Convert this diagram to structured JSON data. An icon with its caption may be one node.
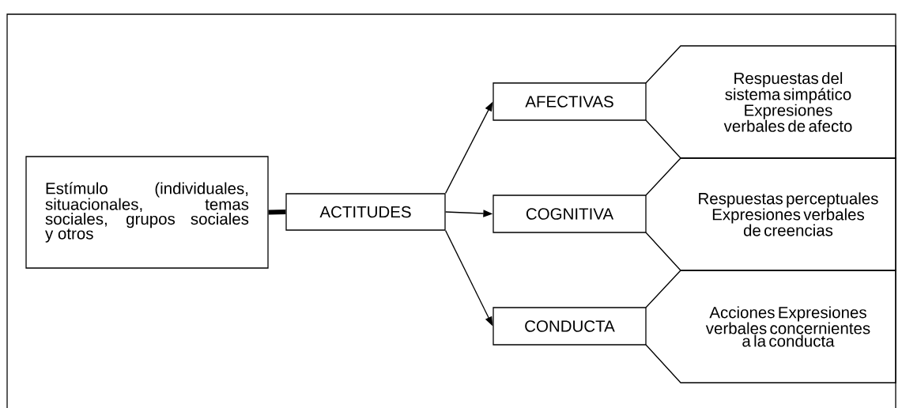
{
  "diagram": {
    "nodes": [
      {
        "text": [
          "Estímulo (individuales, situacionales, temas sociales, grupos sociales y otros"
        ]
      },
      {
        "text": [
          "ACTITUDES"
        ]
      },
      {
        "text": [
          "AFECTIVAS"
        ]
      },
      {
        "text": [
          "COGNITIVA"
        ]
      },
      {
        "text": [
          "CONDUCTA"
        ]
      },
      {
        "text": [
          "Respuestas del sistema simpático Expresiones verbales de afecto"
        ]
      },
      {
        "text": [
          "Respuestas perceptuales Expresiones verbales de creencias"
        ]
      },
      {
        "text": [
          "Acciones Expresiones verbales concernientes a la conducta"
        ]
      }
    ],
    "edges": [
      {
        "from": 0,
        "to": 1,
        "arrow": "none",
        "style": "thick"
      },
      {
        "from": 1,
        "to": 2,
        "arrow": "to"
      },
      {
        "from": 1,
        "to": 3,
        "arrow": "to"
      },
      {
        "from": 1,
        "to": 4,
        "arrow": "to"
      }
    ]
  }
}
